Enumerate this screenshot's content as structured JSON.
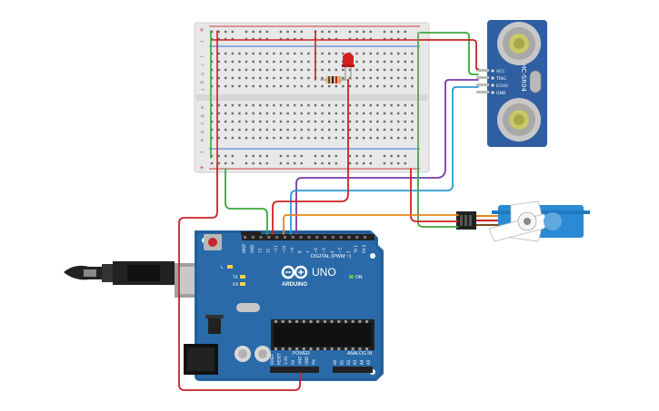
{
  "colors": {
    "background": "#ffffff",
    "breadboard": "#e8e8e8",
    "breadboard_edge": "#cfcfcf",
    "hole": "#555555",
    "rail_red": "#d43a3a",
    "rail_blue": "#3a6fd4",
    "wire_red": "#cc2222",
    "wire_green": "#3aa83a",
    "wire_orange": "#e8851c",
    "wire_purple": "#7a3aa8",
    "wire_blue": "#2a9ad4",
    "arduino_board": "#2a6aa8",
    "arduino_dark": "#1c4f85",
    "sensor_board": "#2f5fa0",
    "sensor_eye": "#c8c8c8",
    "servo_body": "#2a8ad4",
    "led": "#d42020",
    "usb_metal": "#a0a0a0",
    "connector_black": "#222222"
  },
  "breadboard": {
    "row_letters_top": [
      "j",
      "i",
      "h",
      "g",
      "f"
    ],
    "row_letters_bottom": [
      "e",
      "d",
      "c",
      "b",
      "a"
    ],
    "rail_sign_plus": "+",
    "rail_sign_minus": "−"
  },
  "sensor": {
    "model_label": "HC-SR04",
    "pin_labels": [
      "VCC",
      "TRIG",
      "ECHO",
      "GND"
    ]
  },
  "arduino": {
    "brand_label": "ARDUINO",
    "model_label": "UNO",
    "on_label": "ON",
    "digital_label": "DIGITAL (PWM ~)",
    "power_label": "POWER",
    "analog_label": "ANALOG IN",
    "led_labels": [
      "L",
      "TX",
      "RX"
    ],
    "top_pin_labels": [
      "AREF",
      "GND",
      "13",
      "12",
      "~11",
      "~10",
      "~9",
      "8",
      "7",
      "~6",
      "~5",
      "4",
      "~3",
      "2",
      "TX 1",
      "RX 0"
    ],
    "power_pin_labels": [
      "IOREF",
      "RESET",
      "3.3V",
      "5V",
      "GND",
      "GND",
      "Vin"
    ],
    "analog_pin_labels": [
      "A0",
      "A1",
      "A2",
      "A3",
      "A4",
      "A5"
    ]
  },
  "icons": [
    "usb-cable-icon",
    "led-icon",
    "resistor-icon",
    "servo-icon",
    "ultrasonic-sensor-icon",
    "arduino-logo-icon"
  ]
}
